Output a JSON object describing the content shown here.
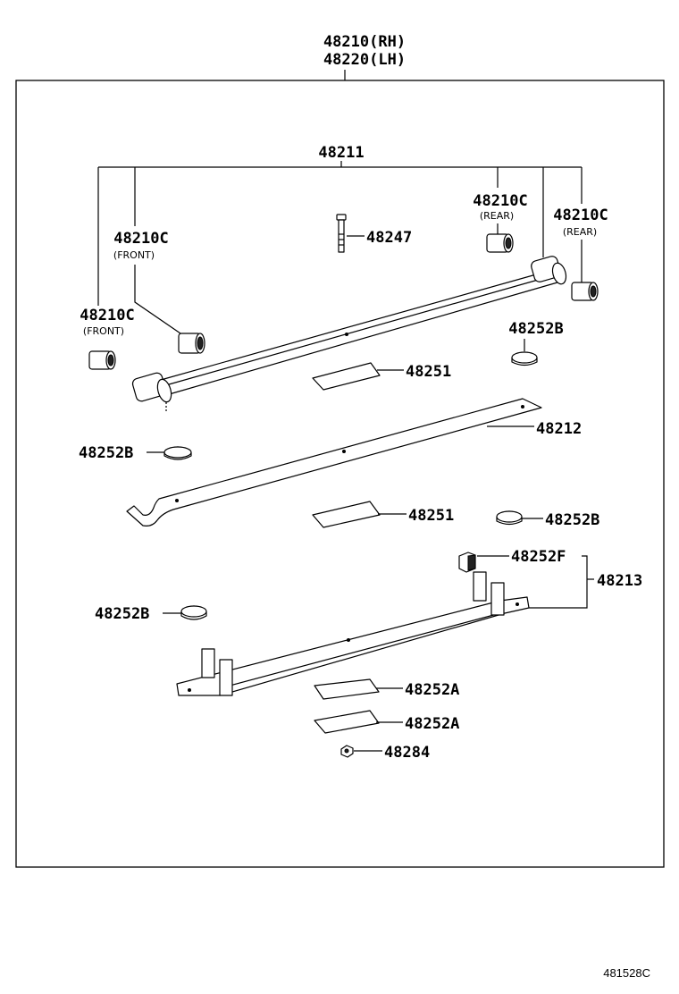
{
  "assembly": {
    "rh": "48210(RH)",
    "lh": "48220(LH)"
  },
  "labels": {
    "leaf_no1": "48211",
    "bushing_front_left": "48210C",
    "bushing_front_left_note": "(FRONT)",
    "bushing_front_inner": "48210C",
    "bushing_front_inner_note": "(FRONT)",
    "bushing_rear_inner": "48210C",
    "bushing_rear_inner_note": "(REAR)",
    "bushing_rear_outer": "48210C",
    "bushing_rear_outer_note": "(REAR)",
    "center_bolt": "48247",
    "insert_right": "48252B",
    "liner_upper": "48251",
    "leaf_no2": "48212",
    "insert_left_upper": "48252B",
    "liner_lower": "48251",
    "insert_right_lower": "48252B",
    "clip_insert": "48252F",
    "leaf_no3": "48213",
    "insert_left_lower": "48252B",
    "pad_upper": "48252A",
    "pad_lower": "48252A",
    "nut": "48284"
  },
  "diagram_code": "481528C"
}
